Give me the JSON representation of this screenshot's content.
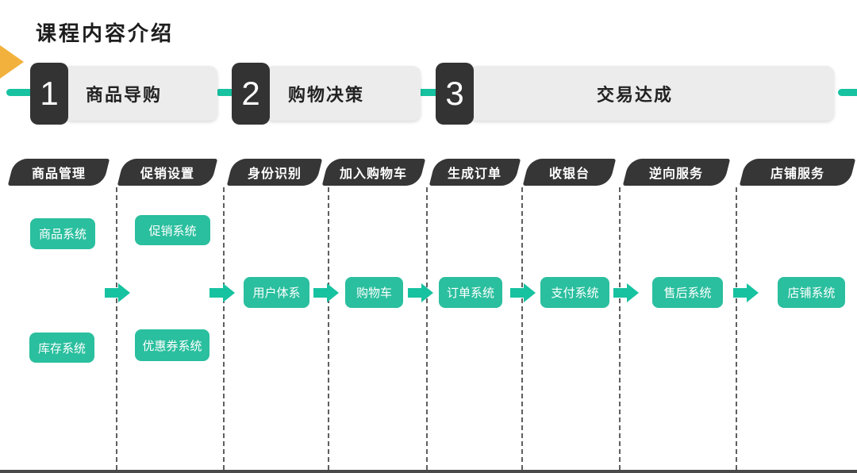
{
  "title": "课程内容介绍",
  "colors": {
    "teal": "#17c2a0",
    "green_box": "#2abf9e",
    "dark": "#363636",
    "stage_gray": "#ececec",
    "yellow": "#f2b13c"
  },
  "stages": [
    {
      "number": "1",
      "label": "商品导购"
    },
    {
      "number": "2",
      "label": "购物决策"
    },
    {
      "number": "3",
      "label": "交易达成"
    }
  ],
  "phases": [
    {
      "label": "商品管理",
      "systems": [
        "商品系统",
        "库存系统"
      ]
    },
    {
      "label": "促销设置",
      "systems": [
        "促销系统",
        "优惠券系统"
      ]
    },
    {
      "label": "身份识别",
      "systems": [
        "用户体系"
      ]
    },
    {
      "label": "加入购物车",
      "systems": [
        "购物车"
      ]
    },
    {
      "label": "生成订单",
      "systems": [
        "订单系统"
      ]
    },
    {
      "label": "收银台",
      "systems": [
        "支付系统"
      ]
    },
    {
      "label": "逆向服务",
      "systems": [
        "售后系统"
      ]
    },
    {
      "label": "店铺服务",
      "systems": [
        "店铺系统"
      ]
    }
  ]
}
